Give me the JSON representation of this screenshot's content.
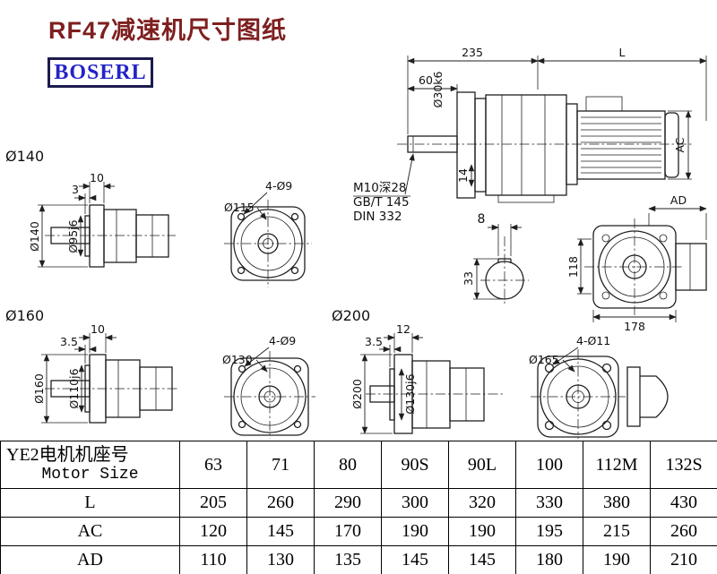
{
  "page": {
    "title": "RF47减速机尺寸图纸",
    "logo": "BOSERL"
  },
  "main_view": {
    "dim_235": "235",
    "dim_l": "L",
    "dim_60": "60",
    "shaft_dia": "Ø30k6",
    "dim_ac": "AC",
    "dim_14": "14",
    "dim_ad": "AD",
    "note_line1": "M10深28",
    "note_line2": "GB/T 145",
    "note_line3": "DIN 332",
    "key_width": "8",
    "key_height": "33",
    "dim_118": "118",
    "dim_178": "178"
  },
  "view_140": {
    "caption": "Ø140",
    "dim_10": "10",
    "dim_3": "3",
    "dim_d140": "Ø140",
    "dim_d95": "Ø95j6",
    "holes": "4-Ø9",
    "bolt_circle": "Ø115"
  },
  "view_160": {
    "caption": "Ø160",
    "dim_10": "10",
    "dim_35": "3.5",
    "dim_d160": "Ø160",
    "dim_d110": "Ø110j6",
    "holes": "4-Ø9",
    "bolt_circle": "Ø130"
  },
  "view_200": {
    "caption": "Ø200",
    "dim_12": "12",
    "dim_35": "3.5",
    "dim_d200": "Ø200",
    "dim_d130": "Ø130j6",
    "holes": "4-Ø11",
    "bolt_circle": "Ø165"
  },
  "table": {
    "header_line1": "YE2电机机座号",
    "header_line2": "Motor Size",
    "columns": [
      "63",
      "71",
      "80",
      "90S",
      "90L",
      "100",
      "112M",
      "132S"
    ],
    "rows": [
      {
        "label": "L",
        "values": [
          "205",
          "260",
          "290",
          "300",
          "320",
          "330",
          "380",
          "430"
        ]
      },
      {
        "label": "AC",
        "values": [
          "120",
          "145",
          "170",
          "190",
          "190",
          "195",
          "215",
          "260"
        ]
      },
      {
        "label": "AD",
        "values": [
          "110",
          "130",
          "135",
          "145",
          "145",
          "180",
          "190",
          "210"
        ]
      }
    ]
  }
}
